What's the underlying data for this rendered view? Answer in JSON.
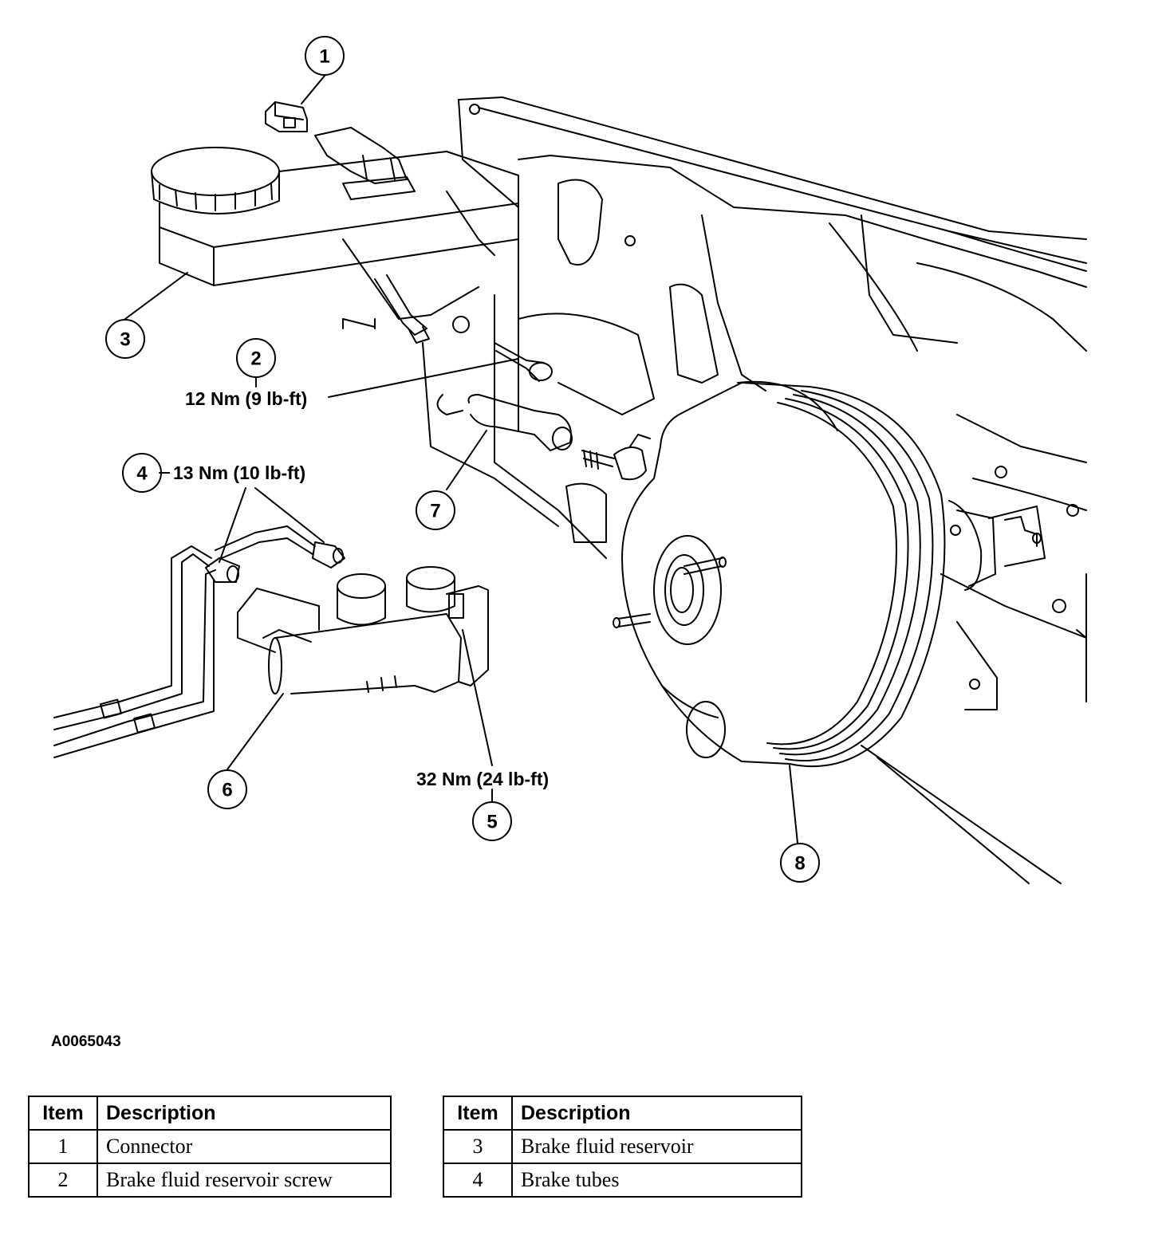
{
  "diagram": {
    "callouts": [
      {
        "num": "1",
        "torque": ""
      },
      {
        "num": "2",
        "torque": "12 Nm (9 lb-ft)"
      },
      {
        "num": "3",
        "torque": ""
      },
      {
        "num": "4",
        "torque": "13 Nm (10 lb-ft)"
      },
      {
        "num": "5",
        "torque": "32 Nm (24 lb-ft)"
      },
      {
        "num": "6",
        "torque": ""
      },
      {
        "num": "7",
        "torque": ""
      },
      {
        "num": "8",
        "torque": ""
      }
    ]
  },
  "figure_id": "A0065043",
  "legend": {
    "header_item": "Item",
    "header_description": "Description",
    "left": [
      {
        "item": "1",
        "description": "Connector"
      },
      {
        "item": "2",
        "description": "Brake fluid reservoir screw"
      }
    ],
    "right": [
      {
        "item": "3",
        "description": "Brake fluid reservoir"
      },
      {
        "item": "4",
        "description": "Brake tubes"
      }
    ]
  }
}
